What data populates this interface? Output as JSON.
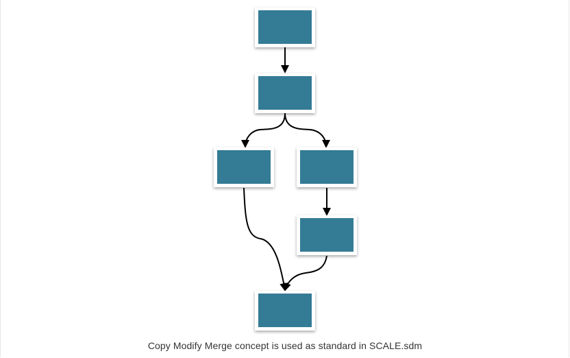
{
  "caption": "Copy Modify Merge concept is used as standard in SCALE.sdm",
  "colors": {
    "node_fill": "#347b95",
    "node_border": "#ffffff",
    "edge": "#000000",
    "caption_text": "#333333"
  },
  "nodes": [
    {
      "id": "n1"
    },
    {
      "id": "n2"
    },
    {
      "id": "n3"
    },
    {
      "id": "n4"
    },
    {
      "id": "n5"
    },
    {
      "id": "n6"
    }
  ],
  "edges": [
    {
      "from": "n1",
      "to": "n2"
    },
    {
      "from": "n2",
      "to": "n3"
    },
    {
      "from": "n2",
      "to": "n4"
    },
    {
      "from": "n4",
      "to": "n5"
    },
    {
      "from": "n3",
      "to": "n6"
    },
    {
      "from": "n5",
      "to": "n6"
    }
  ]
}
